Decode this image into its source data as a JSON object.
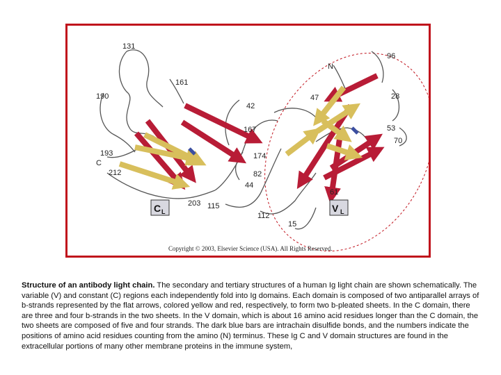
{
  "figure": {
    "residue_labels": [
      "131",
      "96",
      "161",
      "N",
      "190",
      "47",
      "28",
      "42",
      "167",
      "53",
      "70",
      "193",
      "C",
      "174",
      "212",
      "82",
      "44",
      "61",
      "203",
      "115",
      "112",
      "15"
    ],
    "domain_labels": [
      {
        "main": "C",
        "sub": "L"
      },
      {
        "main": "V",
        "sub": "L"
      }
    ],
    "copyright": "Copyright © 2003, Elsevier Science (USA). All Rights Reserved.",
    "colors": {
      "frame": "#c0121c",
      "red_strand": "#b81c36",
      "yellow_strand": "#d8bf5c",
      "disulfide": "#3c4fa0",
      "v_domain_outline": "#c0121c"
    }
  },
  "caption": {
    "title": "Structure of an antibody light chain.",
    "body": " The secondary and tertiary structures of a human Ig light chain are shown schematically. The variable (V) and constant (C) regions each independently fold into Ig domains. Each domain is composed of two antiparallel arrays of b-strands represented by the flat arrows, colored yellow and red, respectively, to form two b-pleated sheets. In the C domain, there are three and four b-strands in the two sheets. In the V domain, which is about 16 amino acid residues longer than the C domain, the two sheets are composed of five and four strands. The dark blue bars are intrachain disulfide bonds, and the numbers indicate the positions of amino acid residues counting from the amino (N) terminus. These Ig C and V domain structures are found in the extracellular portions of many other membrane proteins in the immune system,"
  }
}
